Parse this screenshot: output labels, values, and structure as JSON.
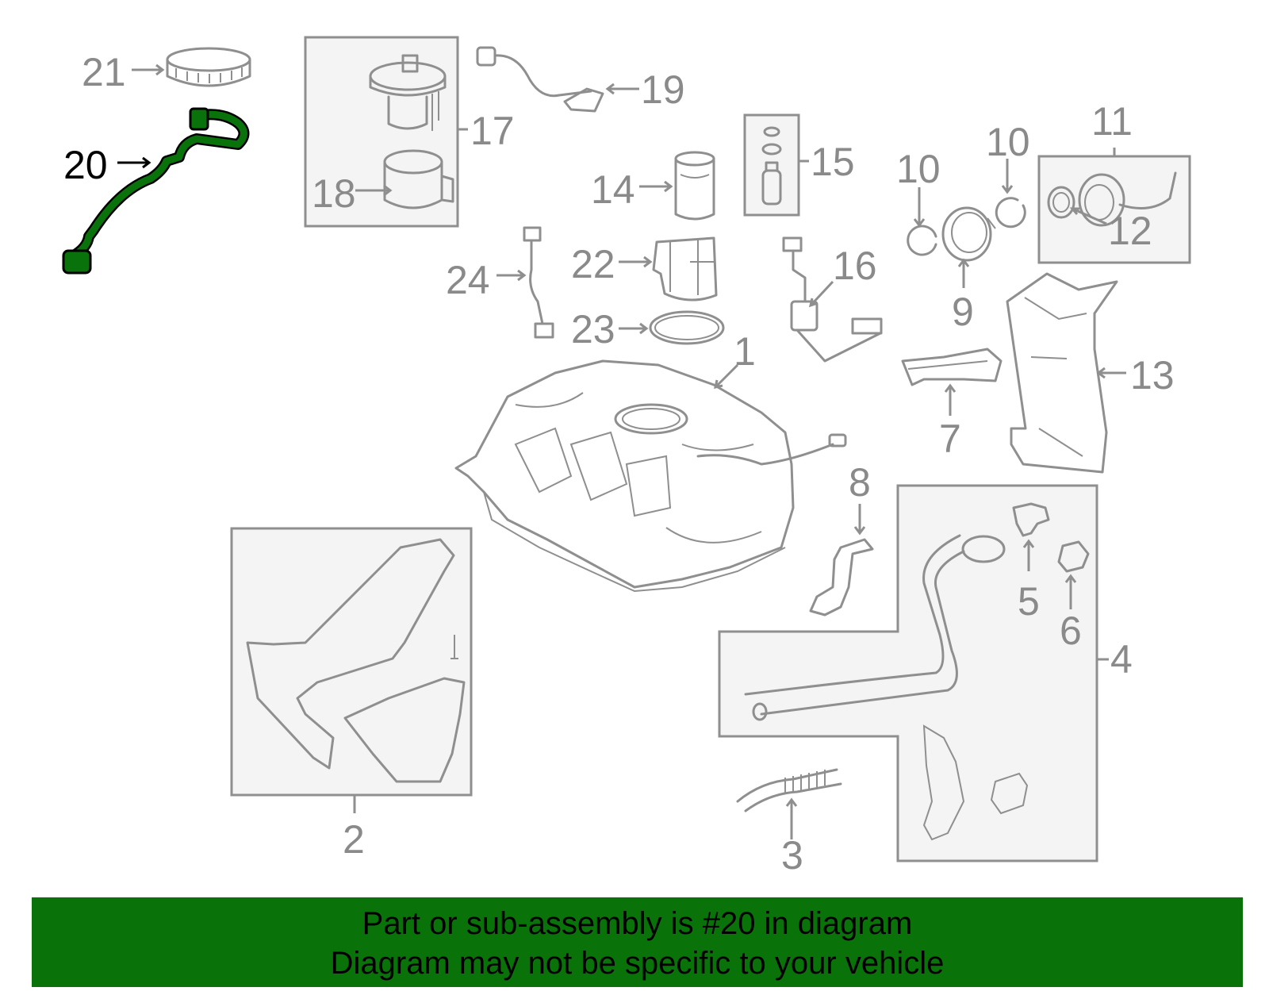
{
  "highlight_color": "#0a720a",
  "banner": {
    "line1": "Part or sub-assembly is #20 in diagram",
    "line2": "Diagram may not be specific to your vehicle",
    "background": "#097209"
  },
  "callouts": {
    "c1": "1",
    "c2": "2",
    "c3": "3",
    "c4": "4",
    "c5": "5",
    "c6": "6",
    "c7": "7",
    "c8": "8",
    "c9": "9",
    "c10a": "10",
    "c10b": "10",
    "c11": "11",
    "c12": "12",
    "c13": "13",
    "c14": "14",
    "c15": "15",
    "c16": "16",
    "c17": "17",
    "c18": "18",
    "c19": "19",
    "c20": "20",
    "c21": "21",
    "c22": "22",
    "c23": "23",
    "c24": "24"
  },
  "highlighted_part": "20"
}
